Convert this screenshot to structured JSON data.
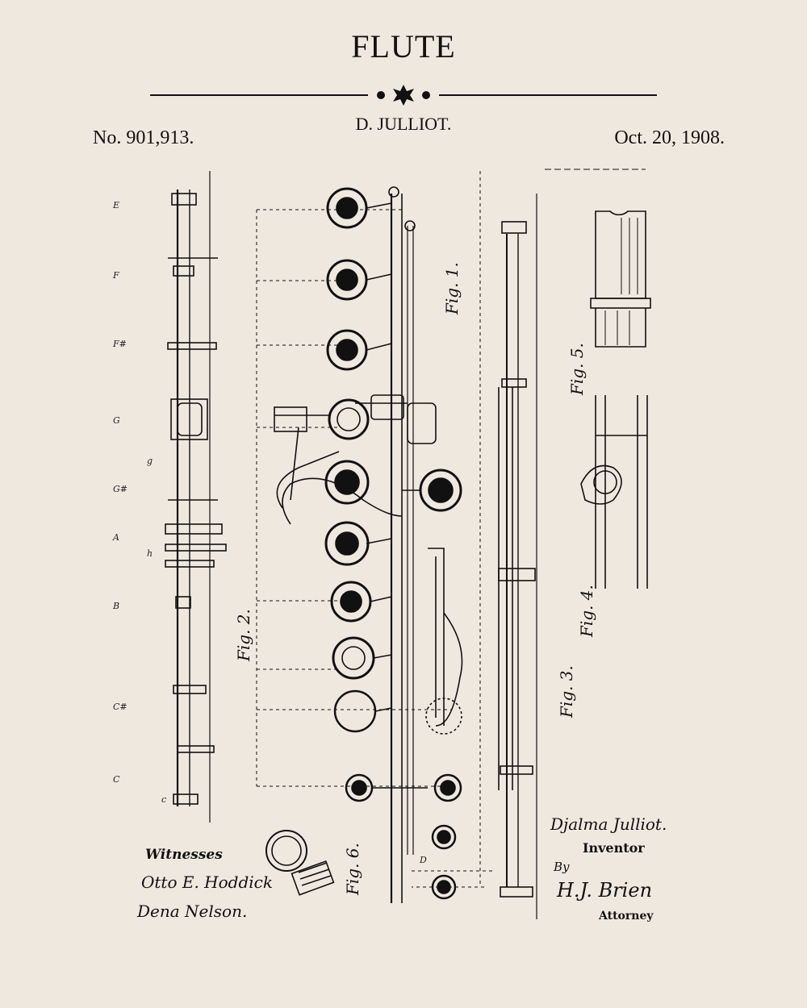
{
  "header": {
    "title": "FLUTE",
    "inventor_name": "D. JULLIOT.",
    "patent_number": "No. 901,913.",
    "patent_date": "Oct. 20, 1908."
  },
  "figures": {
    "fig1": "Fig. 1.",
    "fig2": "Fig. 2.",
    "fig3": "Fig. 3.",
    "fig4": "Fig. 4.",
    "fig5": "Fig. 5.",
    "fig6": "Fig. 6."
  },
  "note_labels": [
    "E",
    "F",
    "F#",
    "G",
    "G#",
    "A",
    "B",
    "C#",
    "C",
    "D",
    "c",
    "h",
    "g"
  ],
  "signatures": {
    "witnesses_label": "Witnesses",
    "witness_1": "Otto E. Hoddick",
    "witness_2": "Dena Nelson.",
    "inventor_signature": "Djalma Julliot.",
    "inventor_label": "Inventor",
    "by_label": "By",
    "attorney_signature": "H.J. Brien",
    "attorney_label": "Attorney"
  },
  "colors": {
    "paper": "#efe8df",
    "ink": "#111111"
  }
}
